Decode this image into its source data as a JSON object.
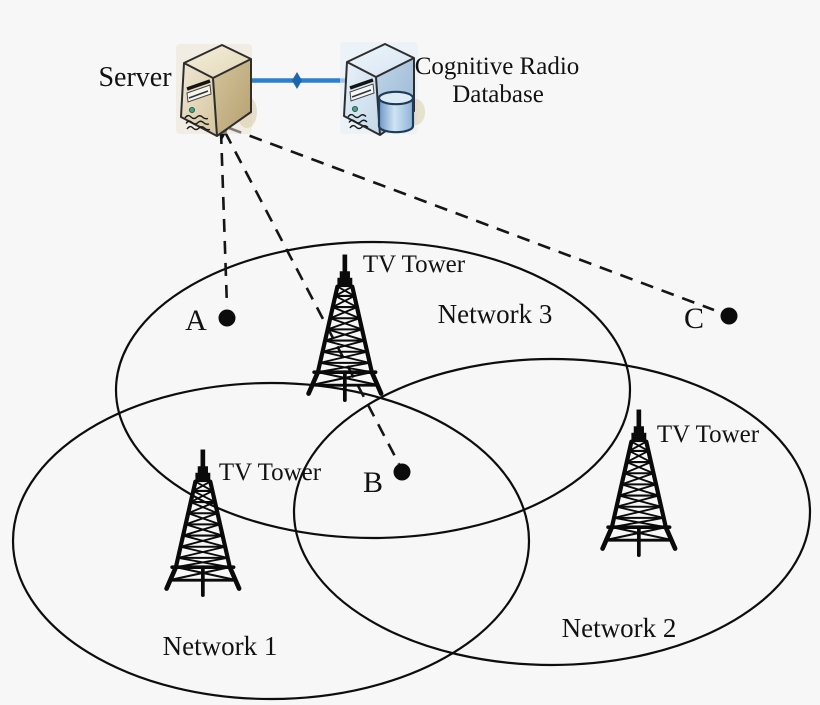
{
  "diagram_title": "",
  "colors": {
    "background": "#f7f7f7",
    "outline": "#0d0d0d",
    "link_blue": "#2b7fd0",
    "link_marker_blue": "#1b66ad",
    "server_body_tan": "#d8c9a0",
    "database_body_blue": "#cfe0ef"
  },
  "server": {
    "label": "Server"
  },
  "database": {
    "label_line1": "Cognitive Radio",
    "label_line2": "Database"
  },
  "links": {
    "server_database": {
      "type": "solid-blue-link"
    },
    "server_to_points": {
      "type": "dashed-link",
      "arrowhead_at": "server"
    }
  },
  "networks": {
    "n1": {
      "label": "Network 1"
    },
    "n2": {
      "label": "Network 2"
    },
    "n3": {
      "label": "Network 3"
    }
  },
  "towers": {
    "t1": {
      "label": "TV Tower",
      "location": "network-3-center"
    },
    "t2": {
      "label": "TV Tower",
      "location": "network-1"
    },
    "t3": {
      "label": "TV Tower",
      "location": "network-2"
    }
  },
  "points": {
    "a": {
      "label": "A",
      "membership": "network-3-only"
    },
    "b": {
      "label": "B",
      "membership": "all-three-networks"
    },
    "c": {
      "label": "C",
      "membership": "outside-all-networks"
    }
  }
}
